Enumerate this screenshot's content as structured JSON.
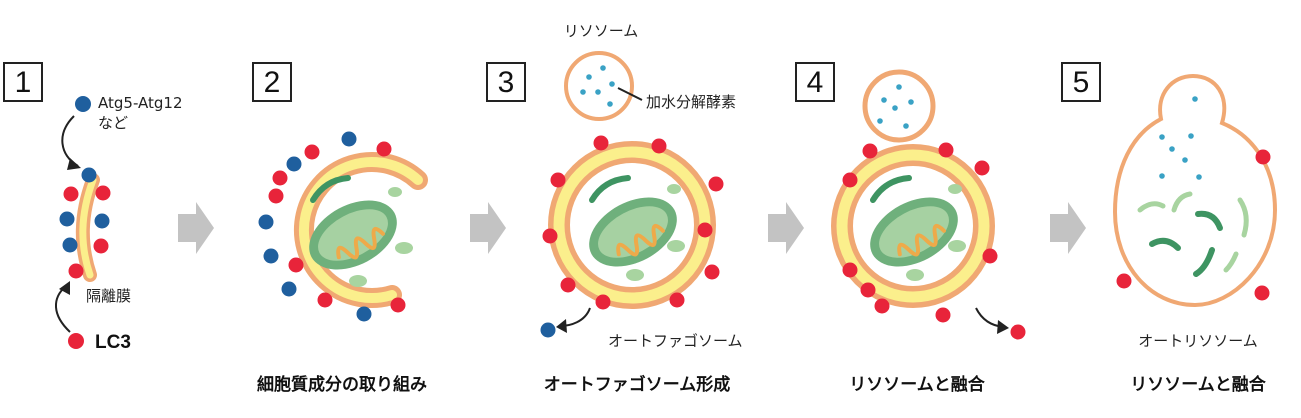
{
  "steps": [
    {
      "number": "1",
      "caption": ""
    },
    {
      "number": "2",
      "caption": "細胞質成分の取り組み"
    },
    {
      "number": "3",
      "caption": "オートファゴソーム形成"
    },
    {
      "number": "4",
      "caption": "リソソームと融合"
    },
    {
      "number": "5",
      "caption": "リソソームと融合"
    }
  ],
  "labels": {
    "atg_line1": "Atg5-Atg12",
    "atg_line2": "など",
    "isolation_membrane": "隔離膜",
    "lc3": "LC3",
    "lysosome": "リソソーム",
    "hydrolase": "加水分解酵素",
    "autophagosome": "オートファゴソーム",
    "autolysosome": "オートリソソーム"
  },
  "colors": {
    "membrane_outer": "#f0a873",
    "membrane_inner": "#fbef8c",
    "mito_fill": "#6fb07c",
    "mito_inner": "#a6d1a2",
    "mito_squiggle": "#eeaa4a",
    "cytoplasm_dark": "#3e9462",
    "cytoplasm_light": "#a8d4a0",
    "lc3_dot": "#e8243a",
    "atg_dot": "#1f5f9e",
    "enzyme_dot": "#3aa2c5",
    "arrow": "#c3c3c3"
  }
}
